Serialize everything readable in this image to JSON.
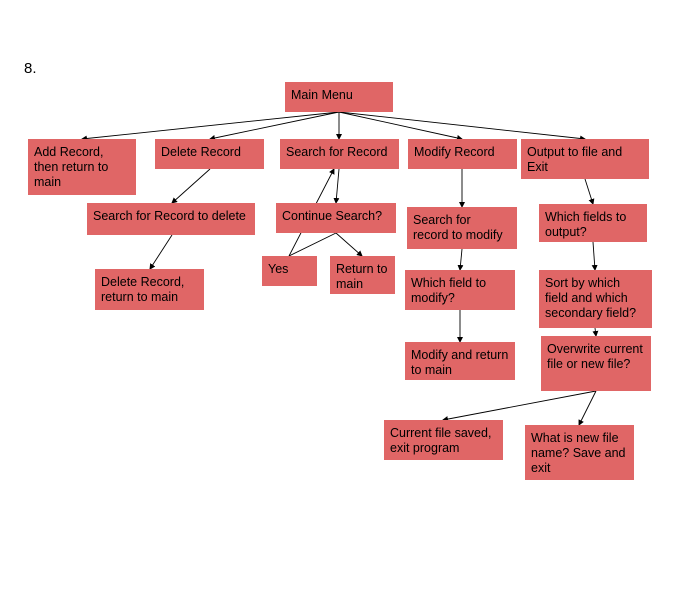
{
  "page_number": "8.",
  "nodes": {
    "main_menu": {
      "lines": [
        "Main Menu"
      ]
    },
    "add_record": {
      "lines": [
        "Add Record,",
        "then return to",
        "main"
      ]
    },
    "delete_record": {
      "lines": [
        "Delete Record"
      ]
    },
    "search_for_record": {
      "lines": [
        "Search for Record"
      ]
    },
    "modify_record": {
      "lines": [
        "Modify Record"
      ]
    },
    "output_to_file": {
      "lines": [
        "Output to file and",
        "Exit"
      ]
    },
    "search_to_delete": {
      "lines": [
        "Search for Record to delete"
      ]
    },
    "continue_search": {
      "lines": [
        "Continue Search?"
      ]
    },
    "yes": {
      "lines": [
        "Yes"
      ]
    },
    "return_to_main": {
      "lines": [
        "Return to",
        "main"
      ]
    },
    "search_to_modify": {
      "lines": [
        "Search for",
        "record to modify"
      ]
    },
    "which_fields_output": {
      "lines": [
        "Which fields to",
        "output?"
      ]
    },
    "delete_and_return": {
      "lines": [
        "Delete Record,",
        "return to main"
      ]
    },
    "which_field_modify": {
      "lines": [
        "Which field to",
        "modify?"
      ]
    },
    "sort_by_field": {
      "lines": [
        "Sort by which",
        "field and which",
        "secondary field?"
      ]
    },
    "modify_and_return": {
      "lines": [
        "Modify and return",
        "to main"
      ]
    },
    "overwrite_or_new": {
      "lines": [
        "Overwrite current",
        "file or new file?"
      ]
    },
    "current_file_saved": {
      "lines": [
        "Current file saved,",
        "exit program"
      ]
    },
    "new_file_name": {
      "lines": [
        "What is new file",
        "name? Save and",
        "exit"
      ]
    }
  },
  "colors": {
    "node_fill": "#e06666",
    "line": "#000000"
  }
}
